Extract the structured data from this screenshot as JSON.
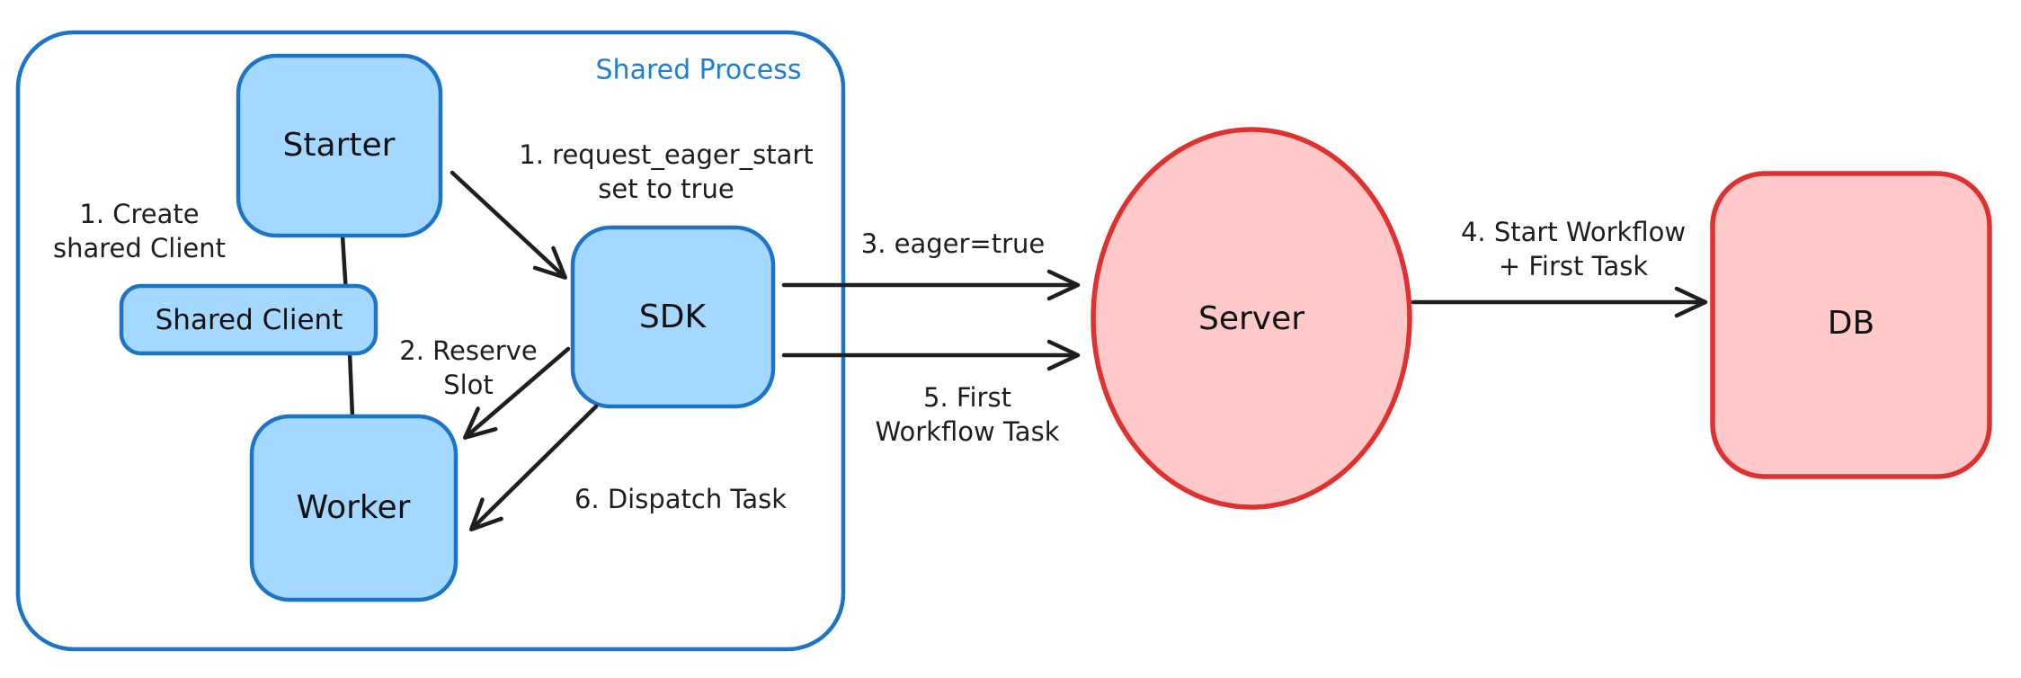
{
  "diagram": {
    "container_label": "Shared Process",
    "nodes": {
      "starter": {
        "label": "Starter"
      },
      "shared_client": {
        "label": "Shared Client"
      },
      "worker": {
        "label": "Worker"
      },
      "sdk": {
        "label": "SDK"
      },
      "server": {
        "label": "Server"
      },
      "db": {
        "label": "DB"
      }
    },
    "annotations": {
      "create_client": {
        "line1": "1. Create",
        "line2": "shared Client"
      },
      "request_eager": {
        "line1": "1. request_eager_start",
        "line2": "set to true"
      },
      "reserve_slot": {
        "line1": "2. Reserve",
        "line2": "Slot"
      },
      "dispatch_task": {
        "text": "6. Dispatch Task"
      },
      "eager_true": {
        "text": "3. eager=true"
      },
      "first_wft": {
        "line1": "5. First",
        "line2": "Workflow Task"
      },
      "start_workflow": {
        "line1": "4. Start Workflow",
        "line2": "+ First Task"
      }
    },
    "colors": {
      "blue_stroke": "#1b74c8",
      "blue_fill": "#a5d8ff",
      "blue_text": "#1c7ed6",
      "red_stroke": "#e03131",
      "red_fill": "#ffc9c9",
      "ink": "#1e1e1e"
    }
  }
}
